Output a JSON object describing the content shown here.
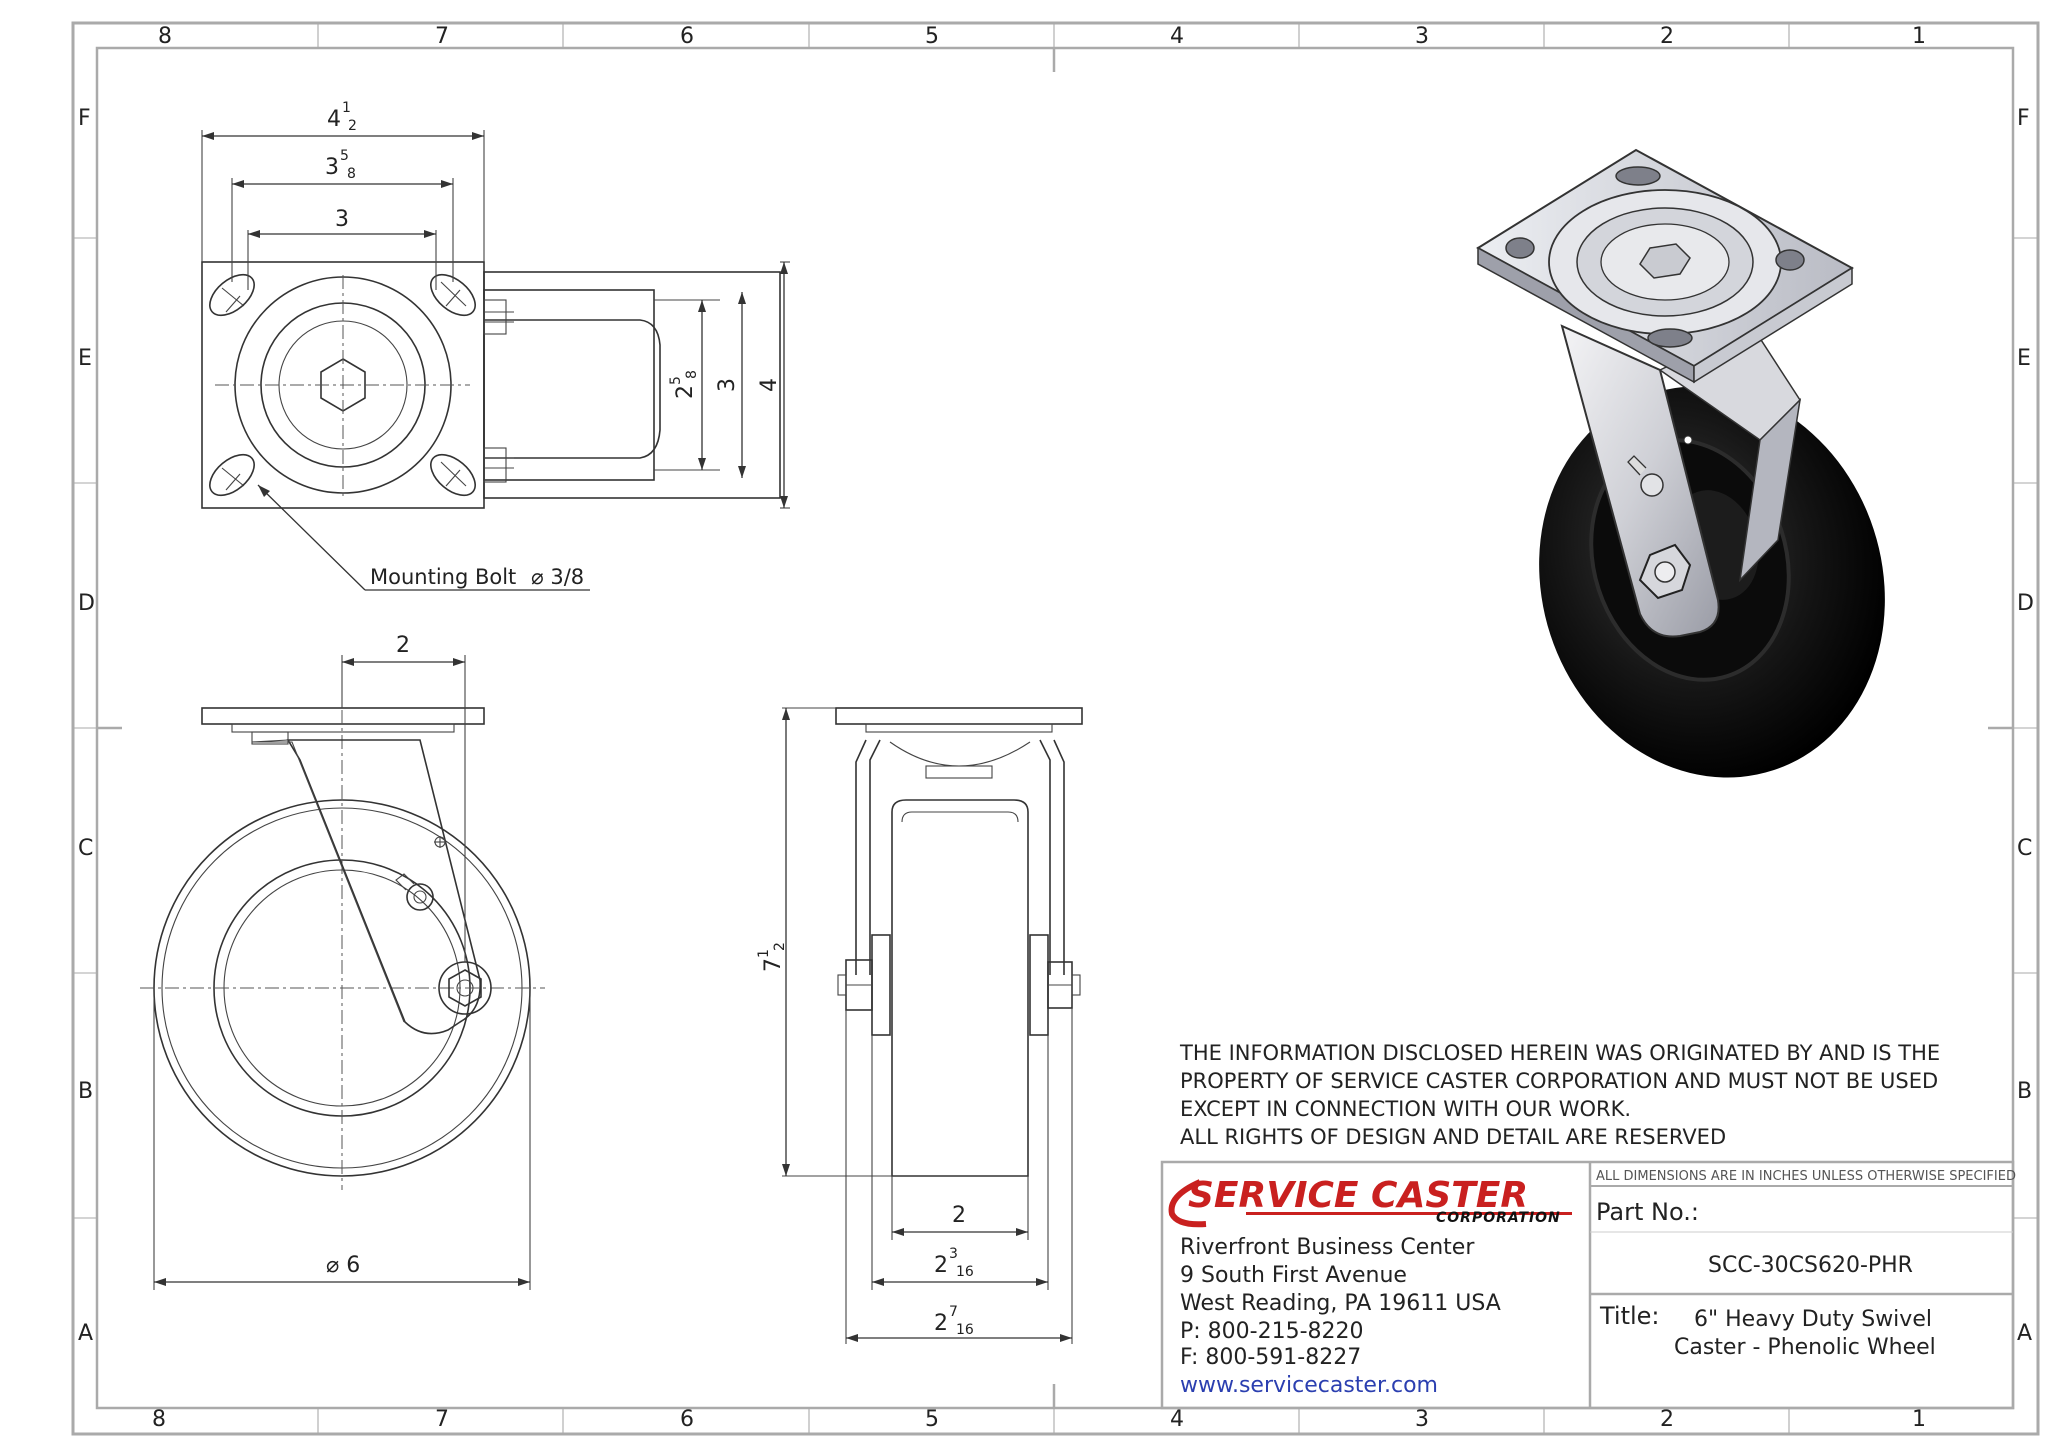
{
  "zones": {
    "columns": [
      "8",
      "7",
      "6",
      "5",
      "4",
      "3",
      "2",
      "1"
    ],
    "rows": [
      "F",
      "E",
      "D",
      "C",
      "B",
      "A"
    ]
  },
  "top_view": {
    "dim_plate_width": [
      "4",
      "1",
      "2"
    ],
    "dim_bolt_outer": [
      "3",
      "5",
      "8"
    ],
    "dim_bolt_inner": "3",
    "dim_frame_inner": [
      "2",
      "5",
      "8"
    ],
    "dim_frame_3": "3",
    "dim_plate_height": "4",
    "mounting_bolt_label": "Mounting Bolt",
    "mounting_bolt_symbol": "⌀",
    "mounting_bolt_size": "3/8"
  },
  "side_view": {
    "dim_offset": "2",
    "dim_wheel_diameter_symbol": "⌀",
    "dim_wheel_diameter": "6"
  },
  "front_view": {
    "dim_height": [
      "7",
      "1",
      "2"
    ],
    "dim_tread": "2",
    "dim_hub1": [
      "2",
      "3",
      "16"
    ],
    "dim_hub2": [
      "2",
      "7",
      "16"
    ]
  },
  "disclaimer": {
    "lines": [
      "THE INFORMATION DISCLOSED HEREIN WAS ORIGINATED BY AND IS THE",
      "PROPERTY OF SERVICE CASTER CORPORATION AND MUST NOT BE USED",
      "EXCEPT IN CONNECTION WITH OUR WORK.",
      "ALL RIGHTS OF DESIGN AND DETAIL ARE RESERVED"
    ]
  },
  "title_block": {
    "brand_main": "SERVICE CASTER",
    "brand_sub": "CORPORATION",
    "address": [
      "Riverfront Business Center",
      "9 South First Avenue",
      "West Reading, PA 19611 USA",
      "P: 800-215-8220",
      "F: 800-591-8227"
    ],
    "website": "www.servicecaster.com",
    "units_note": "ALL DIMENSIONS ARE IN INCHES UNLESS OTHERWISE SPECIFIED",
    "part_no_label": "Part No.:",
    "part_no": "SCC-30CS620-PHR",
    "title_label": "Title:",
    "title_lines": [
      "6\" Heavy Duty Swivel",
      "Caster - Phenolic Wheel"
    ]
  },
  "colors": {
    "brand_red": "#c9201f",
    "link_blue": "#2b3fb0",
    "frame_gray": "#aaaaaa"
  }
}
